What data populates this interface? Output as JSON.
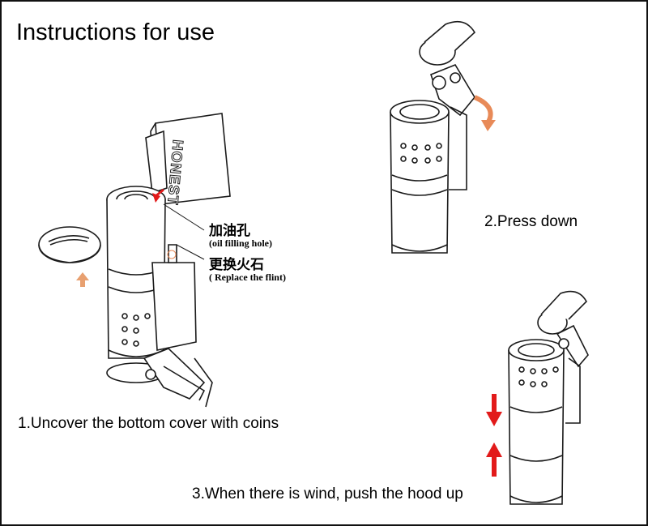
{
  "title": "Instructions for use",
  "steps": [
    "1.Uncover the bottom cover with coins",
    "2.Press down",
    "3.When there is wind, push the hood up"
  ],
  "callouts": {
    "oil_cn": "加油孔",
    "oil_en": "(oil filling hole)",
    "flint_cn": "更换火石",
    "flint_en": "( Replace the flint)"
  },
  "coin_logo": "HONEST",
  "colors": {
    "up_arrow": "#e8a070",
    "press_arrow": "#e88a58",
    "red_arrow": "#e21a1a",
    "line": "#1a1a1a"
  },
  "icons": [
    "lighter-drawing",
    "coin-drawing",
    "bottom-cover-drawing",
    "up-arrow-icon",
    "curved-arrow-icon",
    "down-arrow-icon",
    "red-marker-icon"
  ]
}
